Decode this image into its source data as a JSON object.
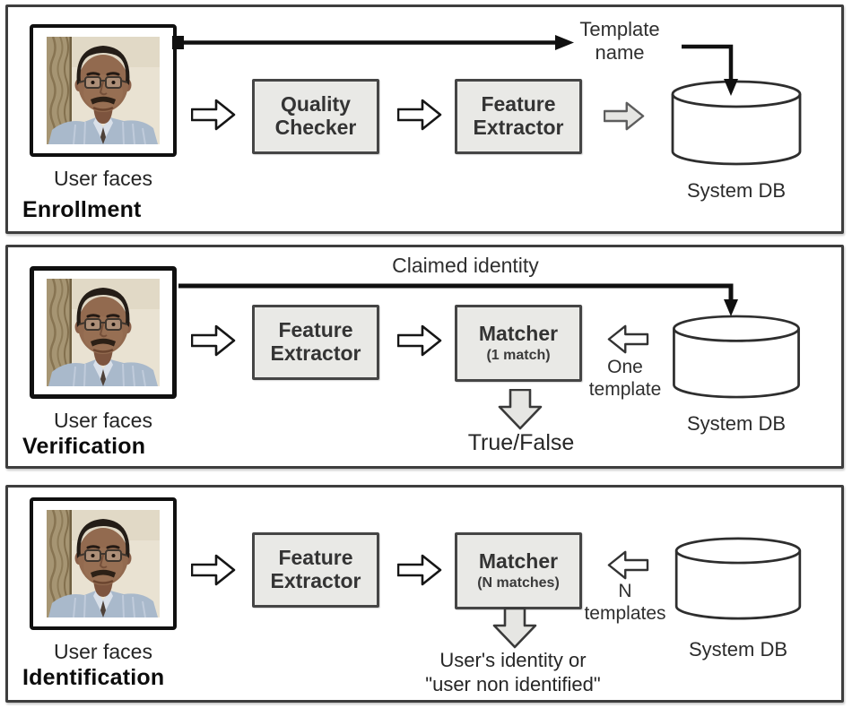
{
  "colors": {
    "panel_border": "#3e3e3e",
    "box_fill": "#e9e9e6",
    "box_border": "#454545",
    "text": "#2e2e2e",
    "arrow_outline": "#1a1a1a",
    "gray_arrow_fill": "#e6e6e3"
  },
  "panels": [
    {
      "title": "Enrollment",
      "photo_caption": "User faces",
      "top_annotation": "Template name",
      "boxes": [
        {
          "label": "Quality Checker"
        },
        {
          "label": "Feature Extractor"
        }
      ],
      "db_label": "System DB"
    },
    {
      "title": "Verification",
      "photo_caption": "User faces",
      "top_annotation": "Claimed identity",
      "boxes": [
        {
          "label": "Feature Extractor"
        }
      ],
      "matcher": {
        "title": "Matcher",
        "subtitle": "(1 match)"
      },
      "db_input_label": "One template",
      "output": "True/False",
      "db_label": "System DB"
    },
    {
      "title": "Identification",
      "photo_caption": "User faces",
      "boxes": [
        {
          "label": "Feature Extractor"
        }
      ],
      "matcher": {
        "title": "Matcher",
        "subtitle": "(N matches)"
      },
      "db_input_label": "N templates",
      "output": "User's identity or\n\"user non identified\"",
      "db_label": "System DB"
    }
  ]
}
